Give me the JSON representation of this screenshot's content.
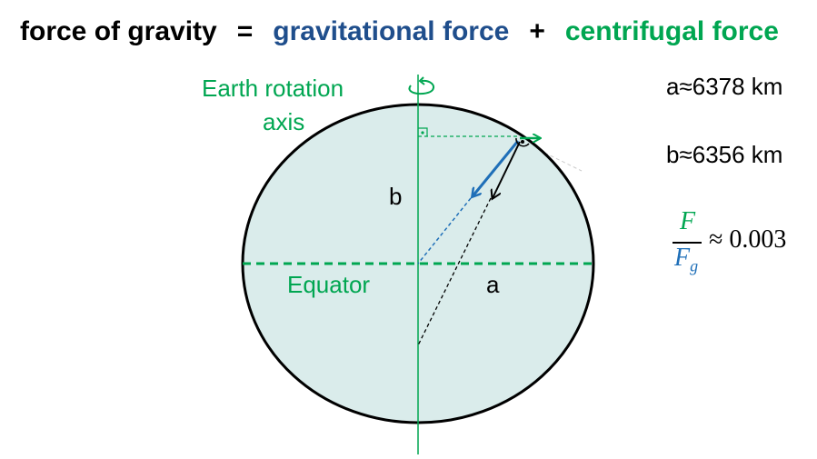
{
  "title": {
    "left": "force of gravity",
    "equals": "=",
    "middle": "gravitational force",
    "plus": "+",
    "right": "centrifugal force"
  },
  "labels": {
    "axis_line1": "Earth rotation",
    "axis_line2": "axis",
    "b": "b",
    "a": "a",
    "equator": "Equator"
  },
  "values": {
    "a_value": "a≈6378 km",
    "b_value": "b≈6356 km"
  },
  "formula": {
    "numerator": "F",
    "denominator": "F",
    "denominator_sub": "g",
    "approx": "≈ 0.003"
  },
  "colors": {
    "ellipse_fill": "#daeceb",
    "green": "#00a651",
    "blue": "#1f6fb8",
    "dark_blue": "#1f4e8c",
    "black": "#000000"
  }
}
